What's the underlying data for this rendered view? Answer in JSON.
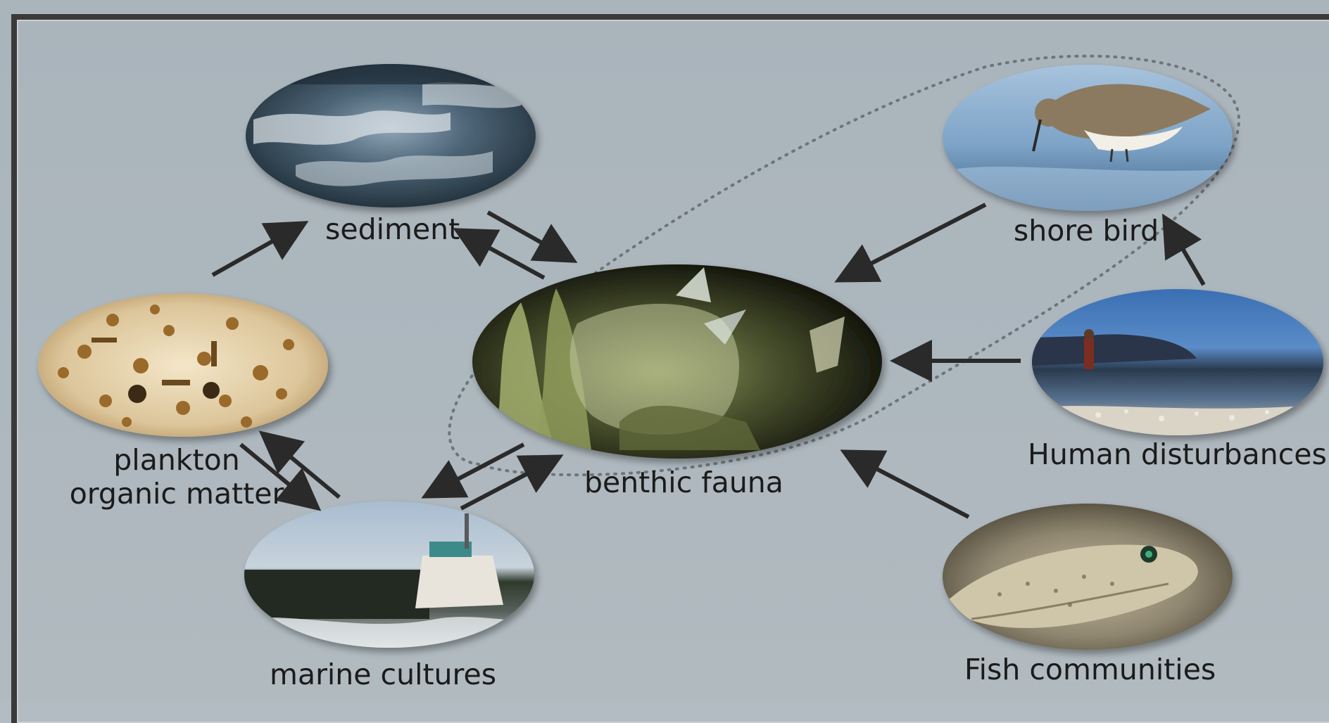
{
  "nodes": {
    "sediment": {
      "label": "sediment"
    },
    "plankton": {
      "line1": "plankton",
      "line2": "organic matter"
    },
    "marine_cultures": {
      "label": "marine cultures"
    },
    "benthic_fauna": {
      "label": "benthic fauna"
    },
    "shore_bird": {
      "label": "shore bird"
    },
    "human_disturbances": {
      "label": "Human disturbances"
    },
    "fish_communities": {
      "label": "Fish communities"
    }
  },
  "colors": {
    "background": "#adb7be",
    "frame": "#3a3a3a",
    "arrow": "#2a2a2a",
    "dotted_boundary": "#707880"
  },
  "edges": [
    {
      "from": "plankton",
      "to": "sediment"
    },
    {
      "from": "sediment",
      "to": "benthic_fauna"
    },
    {
      "from": "benthic_fauna",
      "to": "sediment"
    },
    {
      "from": "plankton",
      "to": "marine_cultures"
    },
    {
      "from": "marine_cultures",
      "to": "plankton"
    },
    {
      "from": "benthic_fauna",
      "to": "marine_cultures"
    },
    {
      "from": "marine_cultures",
      "to": "benthic_fauna"
    },
    {
      "from": "shore_bird",
      "to": "benthic_fauna"
    },
    {
      "from": "human_disturbances",
      "to": "shore_bird"
    },
    {
      "from": "human_disturbances",
      "to": "benthic_fauna"
    },
    {
      "from": "fish_communities",
      "to": "benthic_fauna"
    }
  ]
}
